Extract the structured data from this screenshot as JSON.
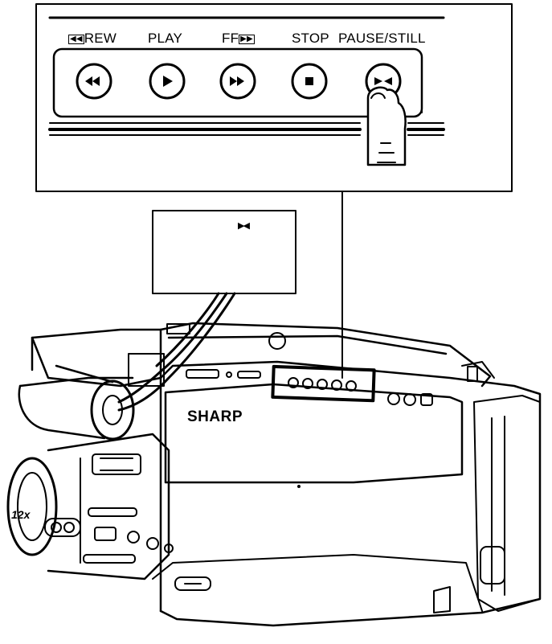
{
  "panel": {
    "labels": {
      "rew_glyph": "◀◀",
      "rew": "REW",
      "play": "PLAY",
      "ff": "FF",
      "ff_glyph": "▶▶",
      "stop": "STOP",
      "pause_still": "PAUSE/STILL"
    },
    "buttons": [
      "rew",
      "play",
      "ff",
      "stop",
      "pause-still"
    ]
  },
  "viewfinder": {
    "indicator": "▶◀"
  },
  "camcorder": {
    "brand": "SHARP",
    "zoom": "12x"
  },
  "icons": [
    "rewind-icon",
    "play-icon",
    "fast-forward-icon",
    "stop-icon",
    "pause-still-icon",
    "finger-icon"
  ]
}
